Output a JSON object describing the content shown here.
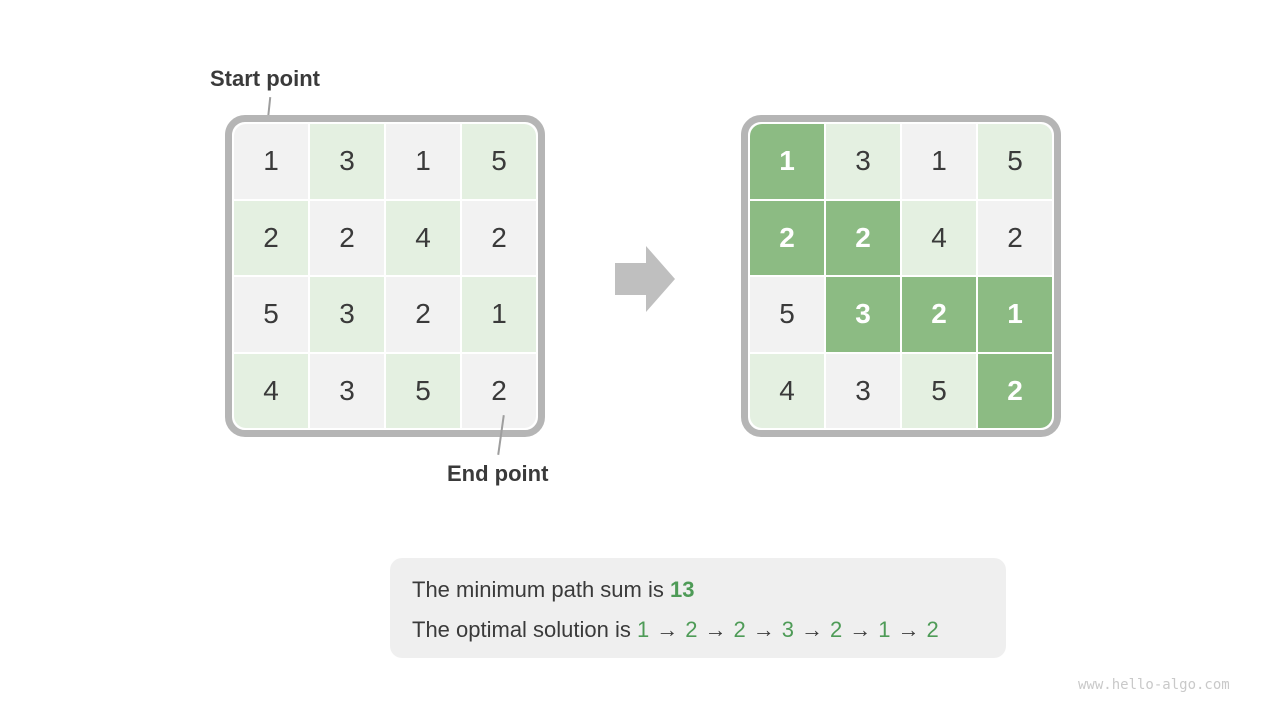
{
  "page": {
    "watermark": "www.hello-algo.com"
  },
  "labels": {
    "start": "Start point",
    "end": "End point"
  },
  "grid": {
    "rows": 4,
    "cols": 4,
    "values": [
      [
        1,
        3,
        1,
        5
      ],
      [
        2,
        2,
        4,
        2
      ],
      [
        5,
        3,
        2,
        1
      ],
      [
        4,
        3,
        5,
        2
      ]
    ],
    "highlight_cells": [
      [
        0,
        0
      ],
      [
        1,
        0
      ],
      [
        1,
        1
      ],
      [
        2,
        1
      ],
      [
        2,
        2
      ],
      [
        2,
        3
      ],
      [
        3,
        3
      ]
    ]
  },
  "result_box": {
    "line1_prefix": "The minimum path sum is ",
    "line1_value": "13",
    "line2_prefix": "The optimal solution is ",
    "solution_path": [
      "1",
      "2",
      "2",
      "3",
      "2",
      "1",
      "2"
    ],
    "arrow_glyph": "→"
  },
  "colors": {
    "accent_green": "#8cbb83",
    "light_green": "#e4f0e1",
    "cell_gray": "#f2f2f2",
    "frame_gray": "#b5b5b5",
    "arrow_gray": "#bfbfbf",
    "box_gray": "#efefef",
    "text_dark": "#3a3a3a",
    "text_green": "#4e9b57",
    "line_gray": "#9e9e9e",
    "watermark_gray": "#c9c9c9"
  }
}
